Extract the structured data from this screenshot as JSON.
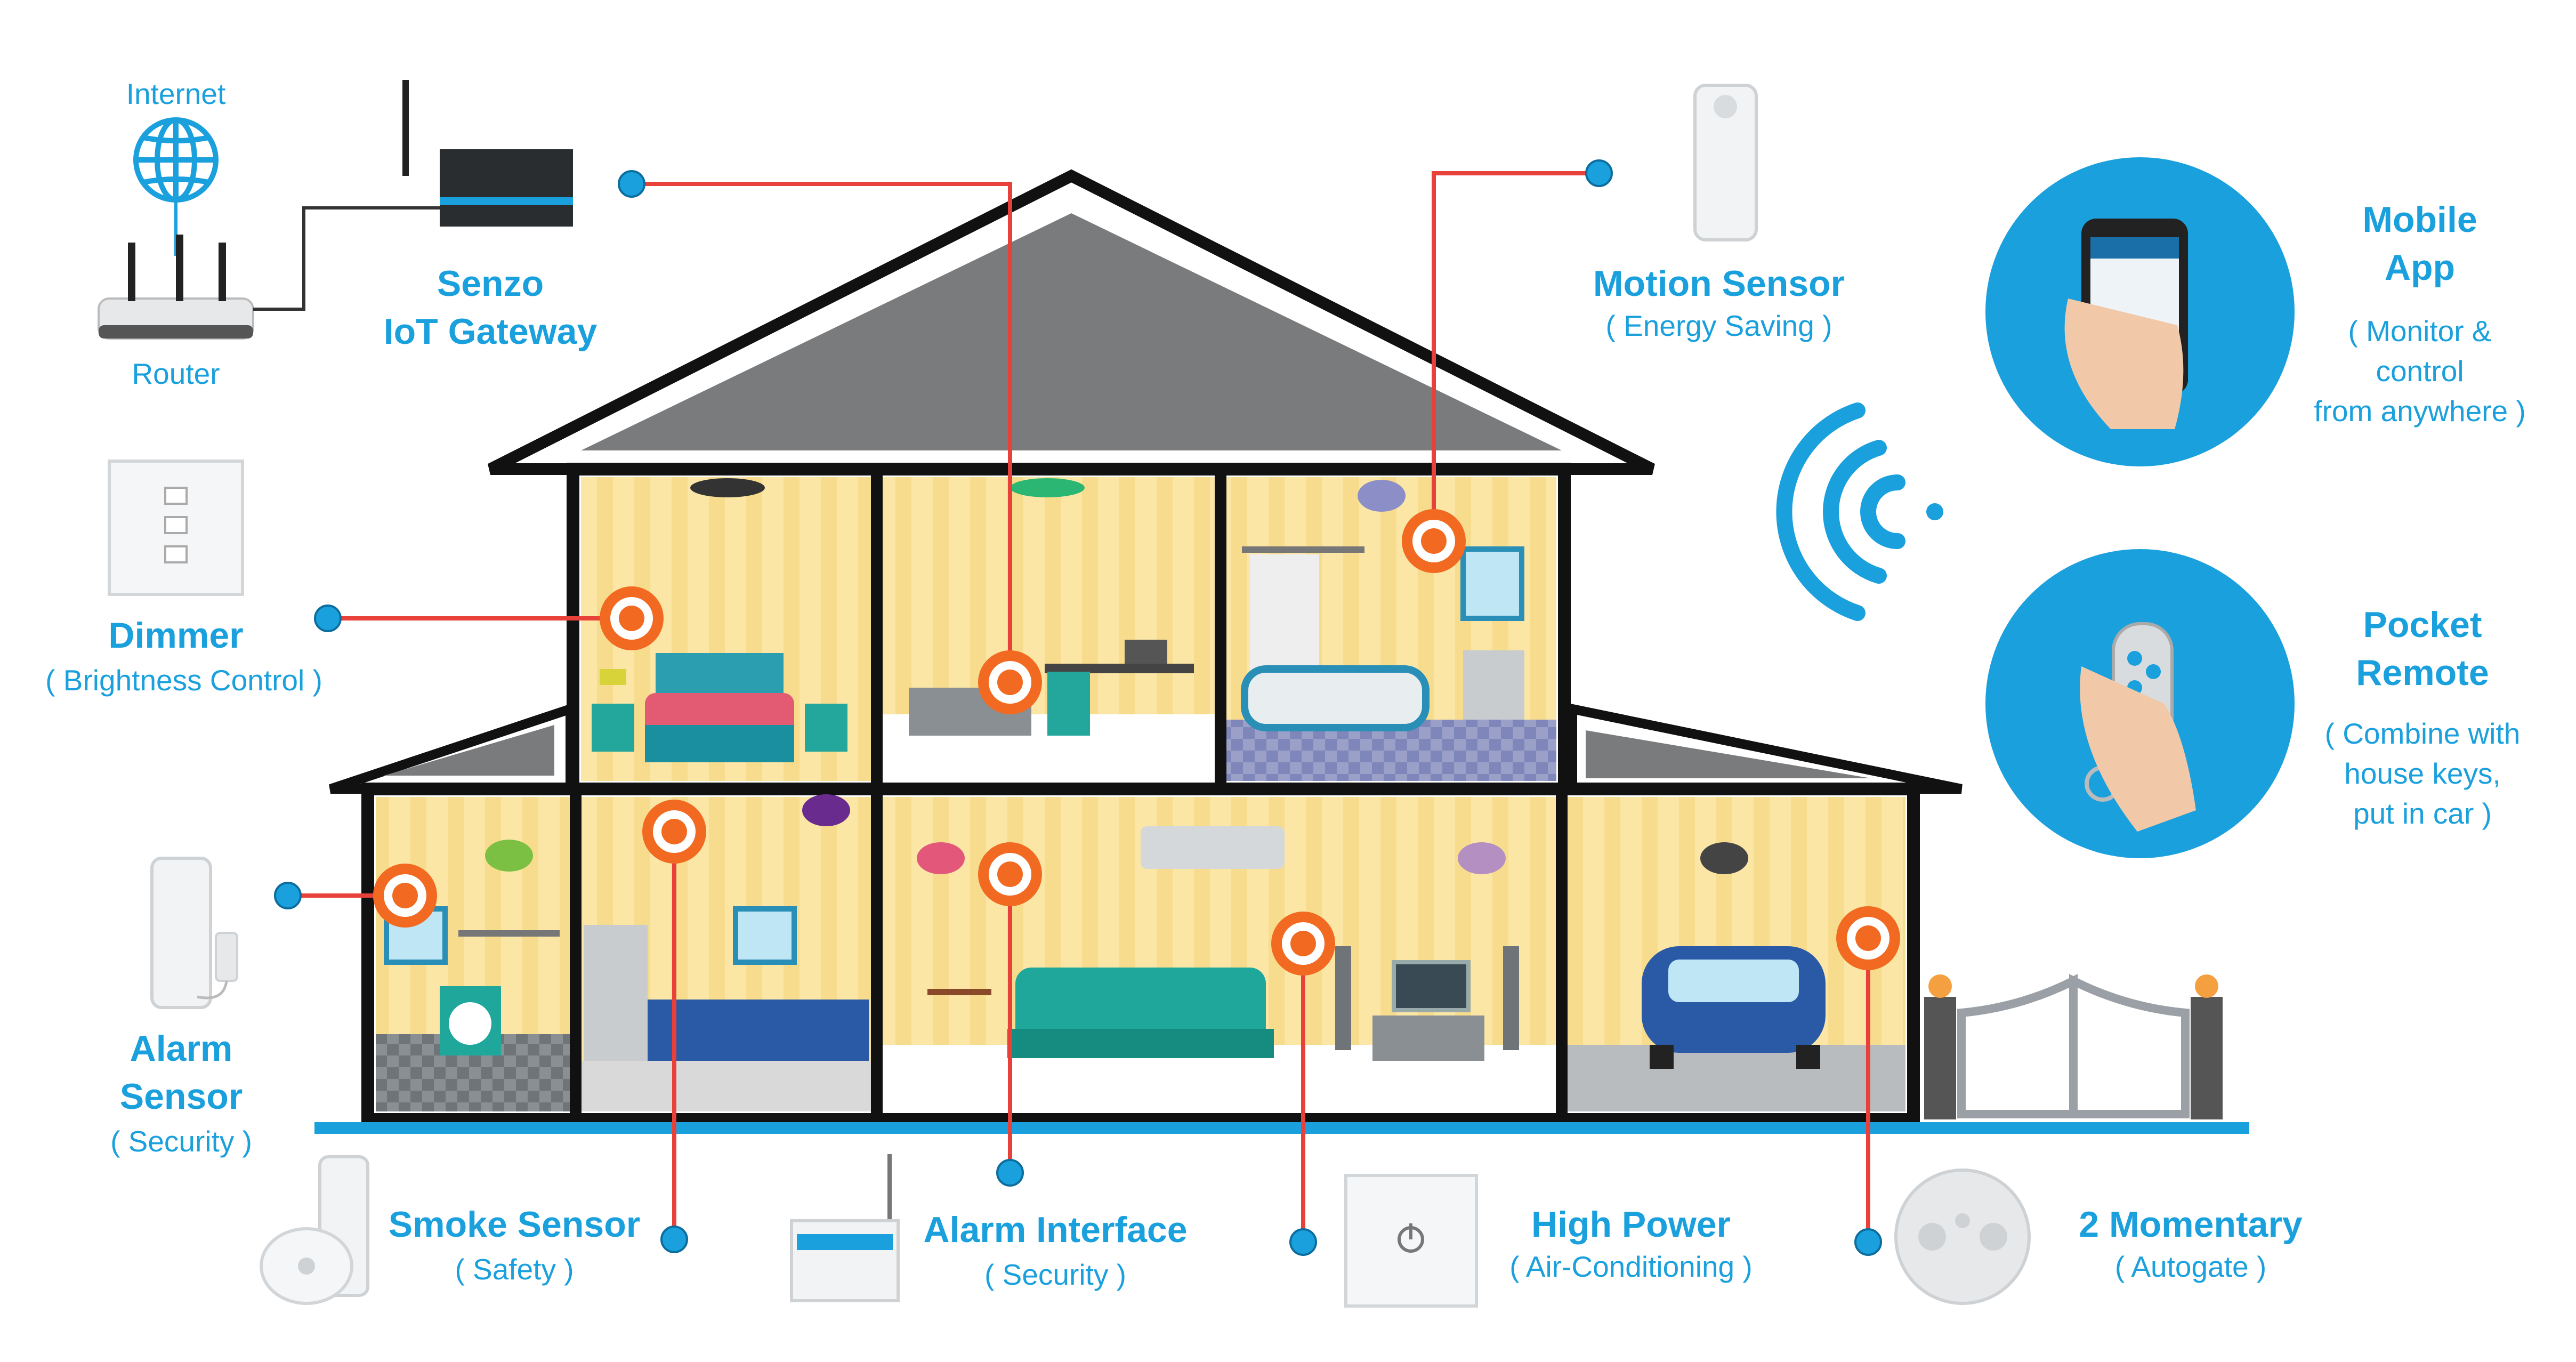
{
  "network": {
    "internet_label": "Internet",
    "router_label": "Router"
  },
  "devices": {
    "gateway": {
      "title_line1": "Senzo",
      "title_line2": "IoT Gateway"
    },
    "motion": {
      "title": "Motion Sensor",
      "subtitle": "( Energy Saving )"
    },
    "dimmer": {
      "title": "Dimmer",
      "subtitle": "( Brightness Control )"
    },
    "alarm_sensor": {
      "title_line1": "Alarm",
      "title_line2": "Sensor",
      "subtitle": "( Security )"
    },
    "smoke": {
      "title": "Smoke Sensor",
      "subtitle": "( Safety )"
    },
    "alarm_interface": {
      "title": "Alarm Interface",
      "subtitle": "( Security )"
    },
    "high_power": {
      "title": "High Power",
      "subtitle": "( Air-Conditioning )"
    },
    "momentary": {
      "title": "2 Momentary",
      "subtitle": "( Autogate )"
    },
    "mobile_app": {
      "title_line1": "Mobile",
      "title_line2": "App",
      "sub_line1": "( Monitor &",
      "sub_line2": "control",
      "sub_line3": "from anywhere )"
    },
    "pocket_remote": {
      "title_line1": "Pocket",
      "title_line2": "Remote",
      "sub_line1": "( Combine with",
      "sub_line2": "house keys,",
      "sub_line3": "put in car )"
    }
  },
  "colors": {
    "accent_blue": "#1aa0dc",
    "connector_red": "#e8413a",
    "target_orange": "#f26a21",
    "wall_yellow": "#fbe6a6",
    "roof_gray": "#7a7b7d",
    "outline": "#111111"
  }
}
